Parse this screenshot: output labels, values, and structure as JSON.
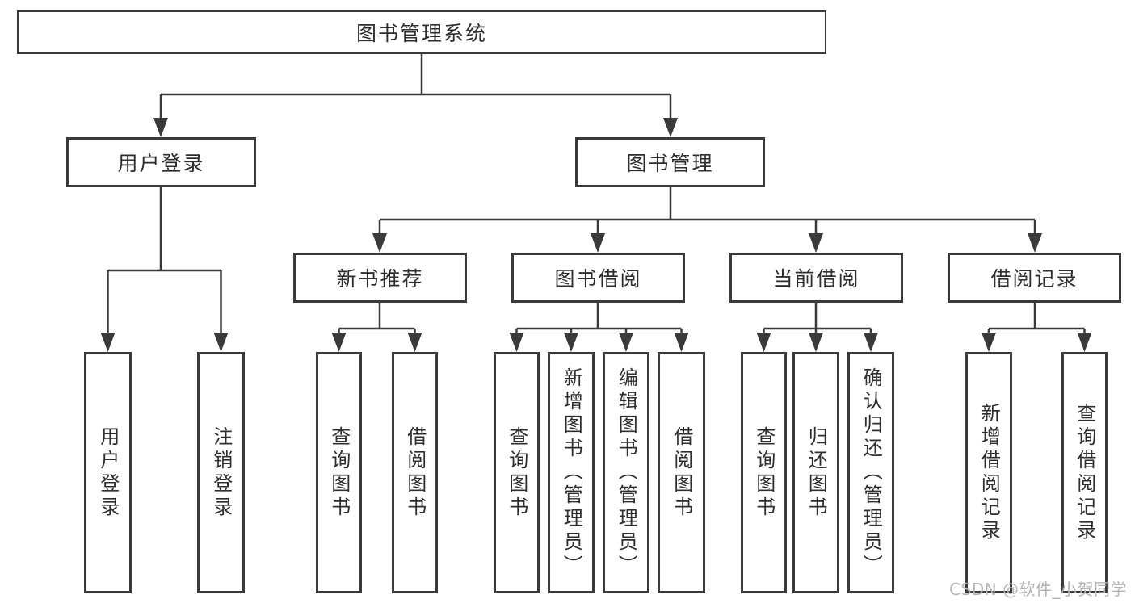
{
  "colors": {
    "line": "#3a3a3a",
    "node_text": "#2e2e2e",
    "watermark_text": "#b3b3b3"
  },
  "watermark": {
    "text": "CSDN @软件_小贺同学"
  },
  "tree": {
    "root": {
      "label": "图书管理系统"
    },
    "level2": [
      {
        "label": "用户登录"
      },
      {
        "label": "图书管理"
      }
    ],
    "level3": [
      {
        "label": "新书推荐"
      },
      {
        "label": "图书借阅"
      },
      {
        "label": "当前借阅"
      },
      {
        "label": "借阅记录"
      }
    ],
    "leaves": {
      "user_login": [
        {
          "label": "用户登录"
        },
        {
          "label": "注销登录"
        }
      ],
      "new_book_recommendation": [
        {
          "label": "查询图书"
        },
        {
          "label": "借阅图书"
        }
      ],
      "book_borrowing": [
        {
          "label": "查询图书"
        },
        {
          "label": "新增图书（管理员）"
        },
        {
          "label": "编辑图书（管理员）"
        },
        {
          "label": "借阅图书"
        }
      ],
      "current_borrowing": [
        {
          "label": "查询图书"
        },
        {
          "label": "归还图书"
        },
        {
          "label": "确认归还（管理员）"
        }
      ],
      "borrowing_records": [
        {
          "label": "新增借阅记录"
        },
        {
          "label": "查询借阅记录"
        }
      ]
    }
  }
}
